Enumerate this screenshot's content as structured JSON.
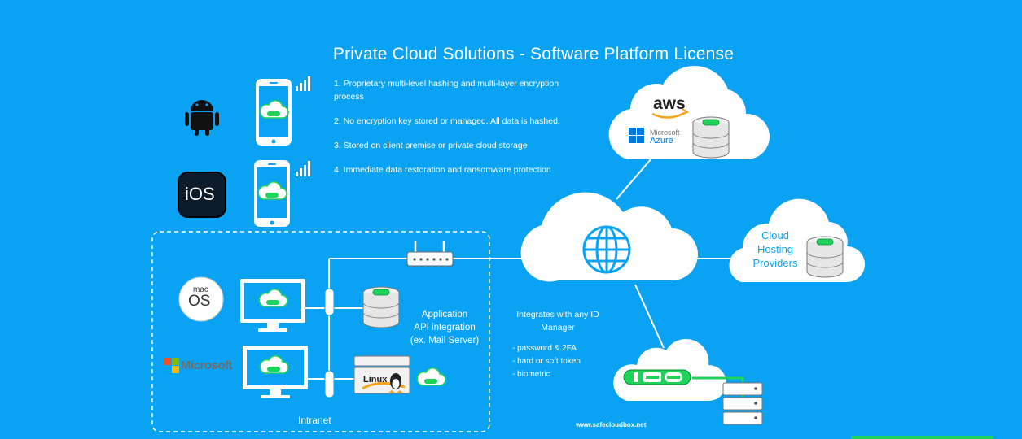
{
  "title": "Private Cloud Solutions - Software Platform License",
  "features": [
    "1.  Proprietary multi-level hashing and multi-layer encryption process",
    "2.  No encryption key stored or managed.  All data is hashed.",
    "3.  Stored on client premise or private cloud storage",
    "4.  Immediate data restoration and ransomware protection"
  ],
  "platforms": {
    "ios": "iOS",
    "mac_top": "mac",
    "mac_bottom": "OS",
    "microsoft": "Microsoft",
    "linux": "Linux"
  },
  "cloud_vendors": {
    "aws": "aws",
    "azure_top": "Microsoft",
    "azure_bottom": "Azure"
  },
  "app_label": [
    "Application",
    "API integration",
    "(ex. Mail Server)"
  ],
  "cloud_hosting": [
    "Cloud",
    "Hosting",
    "Providers"
  ],
  "id_manager": {
    "heading": [
      "Integrates with any ID",
      "Manager"
    ],
    "items": [
      "- password & 2FA",
      "- hard or soft token",
      "- biometric"
    ]
  },
  "intranet_label": "Intranet",
  "website": "www.safecloudbox.net",
  "colors": {
    "background": "#0aa3f3",
    "green": "#1fd25a",
    "aws_orange": "#f7a31c"
  }
}
